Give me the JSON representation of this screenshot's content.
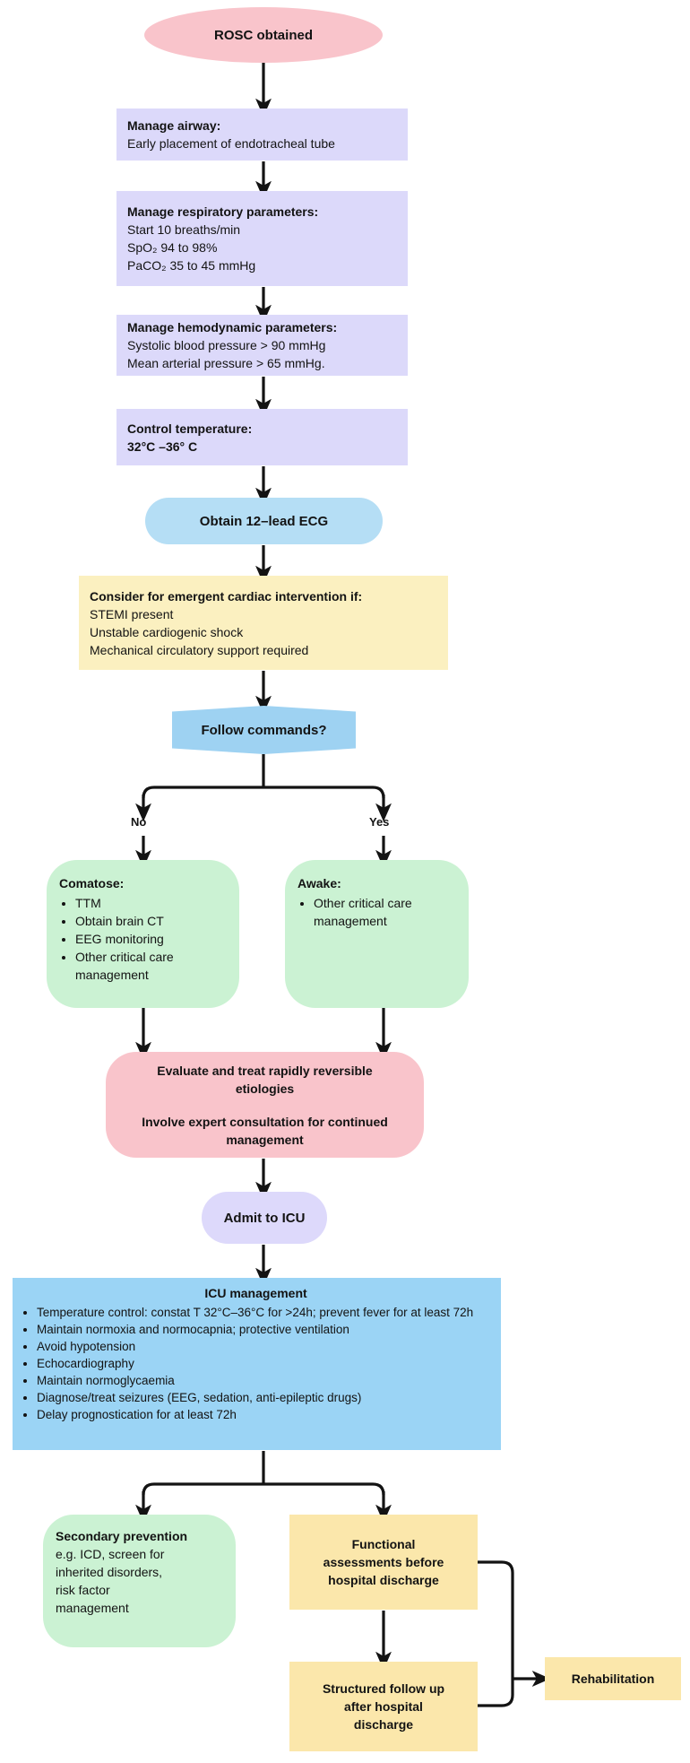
{
  "diagram": {
    "title": "Post-ROSC (return of spontaneous circulation) care algorithm",
    "colors": {
      "pink": "#f9c4cb",
      "lavender": "#dcd9fa",
      "light_blue": "#b5def5",
      "blue": "#9ed2f2",
      "icu_blue": "#9bd4f5",
      "yellow": "#fbf0c0",
      "yellow_deep": "#fbe7ab",
      "green": "#cbf2d3",
      "arrow": "#131313"
    }
  },
  "nodes": {
    "rosc": {
      "label": "ROSC obtained",
      "shape": "ellipse",
      "color": "#f9c4cb"
    },
    "airway": {
      "heading": "Manage airway:",
      "lines": [
        "Early placement of endotracheal tube"
      ],
      "shape": "rect",
      "color": "#dcd9fa"
    },
    "respiratory": {
      "heading": "Manage respiratory parameters:",
      "lines": [
        "Start 10 breaths/min",
        "SpO₂ 94 to 98%",
        "PaCO₂ 35 to 45 mmHg"
      ],
      "shape": "rect",
      "color": "#dcd9fa"
    },
    "hemodynamic": {
      "heading": "Manage hemodynamic parameters:",
      "lines": [
        "Systolic blood pressure > 90 mmHg",
        "Mean arterial pressure > 65 mmHg."
      ],
      "shape": "rect",
      "color": "#dcd9fa"
    },
    "temperature": {
      "heading": "Control temperature:",
      "lines": [
        "32°C –36° C"
      ],
      "shape": "rect",
      "color": "#dcd9fa"
    },
    "ecg": {
      "label": "Obtain 12–lead ECG",
      "shape": "pill",
      "color": "#b5def5"
    },
    "cardiac_intervention": {
      "heading": "Consider for emergent cardiac intervention if:",
      "lines": [
        "STEMI present",
        "Unstable cardiogenic shock",
        "Mechanical circulatory support required"
      ],
      "shape": "rect",
      "color": "#fbf0c0"
    },
    "decision": {
      "label": "Follow commands?",
      "shape": "hexagon",
      "color": "#9ed2f2",
      "branch_no": "No",
      "branch_yes": "Yes"
    },
    "comatose": {
      "heading": "Comatose:",
      "bullets": [
        "TTM",
        "Obtain brain CT",
        "EEG monitoring",
        "Other critical care management"
      ],
      "shape": "rounded",
      "color": "#cbf2d3"
    },
    "awake": {
      "heading": "Awake:",
      "bullets": [
        "Other critical care management"
      ],
      "shape": "rounded",
      "color": "#cbf2d3"
    },
    "evaluate": {
      "lines": [
        "Evaluate and treat rapidly reversible",
        "etiologies",
        "",
        "Involve expert consultation for continued",
        "management"
      ],
      "shape": "rounded",
      "color": "#f9c4cb"
    },
    "admit_icu": {
      "label": "Admit to ICU",
      "shape": "pill",
      "color": "#ddd9fb"
    },
    "icu_management": {
      "heading": "ICU management",
      "bullets": [
        "Temperature control: constat T 32°C–36°C for >24h; prevent fever for at least 72h",
        "Maintain normoxia and normocapnia; protective ventilation",
        "Avoid hypotension",
        "Echocardiography",
        "Maintain normoglycaemia",
        "Diagnose/treat seizures (EEG, sedation, anti-epileptic drugs)",
        "Delay prognostication for at least 72h"
      ],
      "shape": "rect",
      "color": "#9bd4f5"
    },
    "secondary_prevention": {
      "heading": "Secondary prevention",
      "lines": [
        "e.g. ICD, screen for",
        "inherited disorders,",
        "risk factor",
        "management"
      ],
      "shape": "rounded",
      "color": "#cbf2d3"
    },
    "functional_assessments": {
      "lines": [
        "Functional",
        "assessments before",
        "hospital discharge"
      ],
      "shape": "rect",
      "color": "#fbe7ab"
    },
    "structured_followup": {
      "lines": [
        "Structured follow up",
        "after hospital",
        "discharge"
      ],
      "shape": "rect",
      "color": "#fbe7ab"
    },
    "rehabilitation": {
      "label": "Rehabilitation",
      "shape": "rect",
      "color": "#fbe7ab"
    }
  }
}
